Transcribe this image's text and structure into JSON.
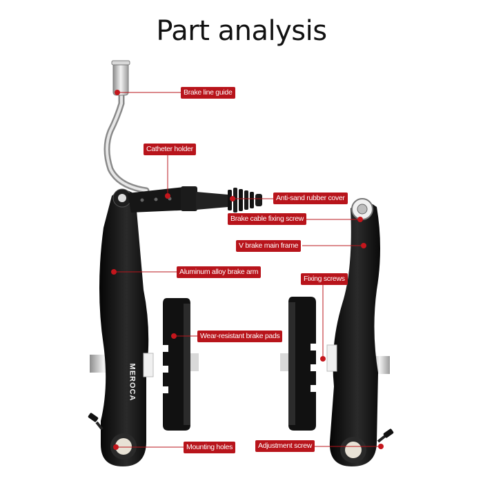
{
  "title": "Part analysis",
  "brand": "MEROCA",
  "colors": {
    "accent": "#b8141b",
    "arm": "#141414",
    "metal": "#c9c9c9"
  },
  "labels": {
    "brake_line_guide": "Brake line guide",
    "catheter_holder": "Catheter holder",
    "anti_sand_rubber_cover": "Anti-sand rubber cover",
    "brake_cable_fixing_screw": "Brake cable fixing screw",
    "v_brake_main_frame": "V brake main frame",
    "aluminum_alloy_brake_arm": "Aluminum alloy brake arm",
    "fixing_screws": "Fixing screws",
    "wear_resistant_brake_pads": "Wear-resistant brake pads",
    "mounting_holes": "Mounting holes",
    "adjustment_screw": "Adjustment screw"
  }
}
